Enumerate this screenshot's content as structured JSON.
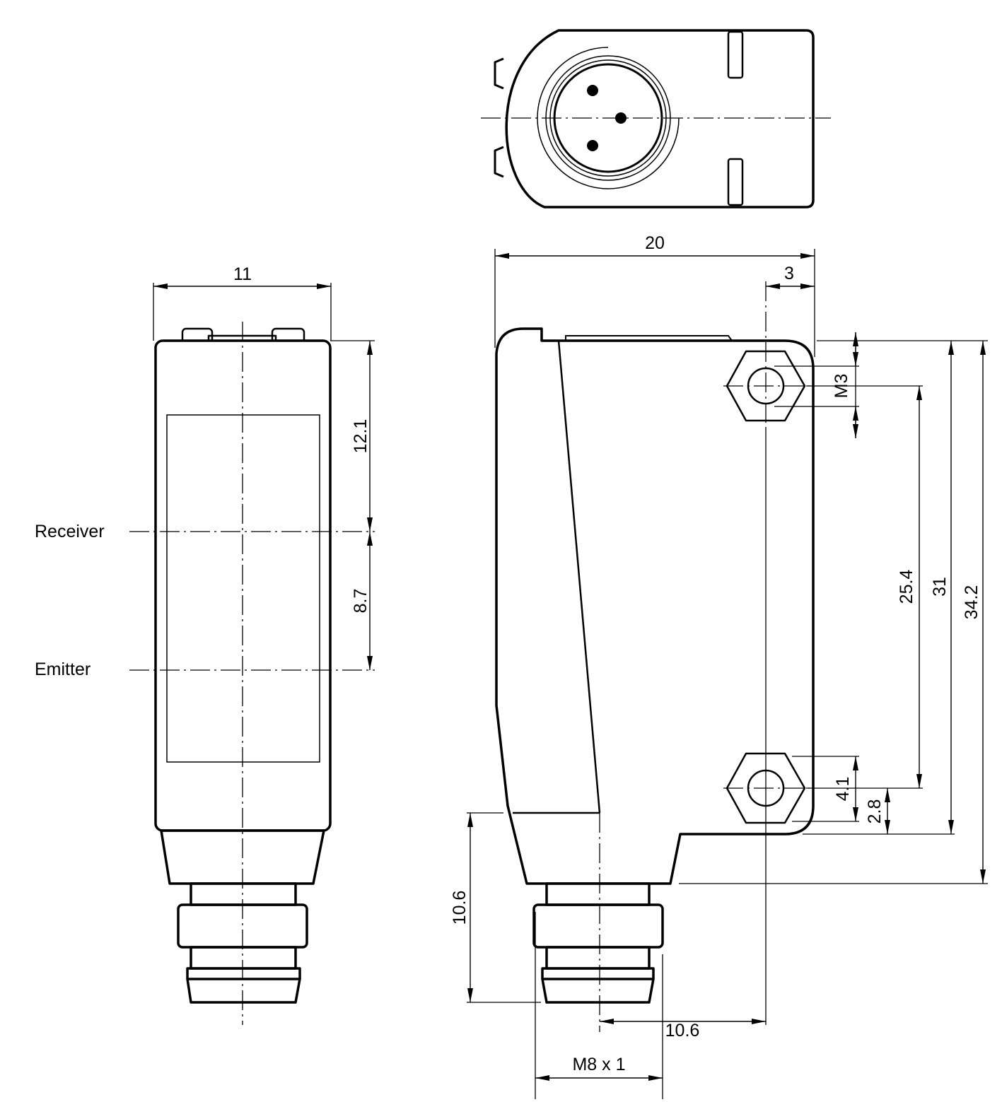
{
  "drawing": {
    "labels": {
      "receiver": "Receiver",
      "emitter": "Emitter"
    },
    "dimensions": {
      "width_front": "11",
      "receiver_from_top": "12.1",
      "emitter_from_receiver": "8.7",
      "width_side": "20",
      "hole_offset": "3",
      "thread_hole": "M3",
      "hole_spacing": "25.4",
      "body_height": "31",
      "total_height": "34.2",
      "hole_dia": "4.1",
      "hole_from_bottom": "2.8",
      "connector_length": "10.6",
      "connector_offset": "10.6",
      "connector_thread": "M8 x 1"
    }
  }
}
